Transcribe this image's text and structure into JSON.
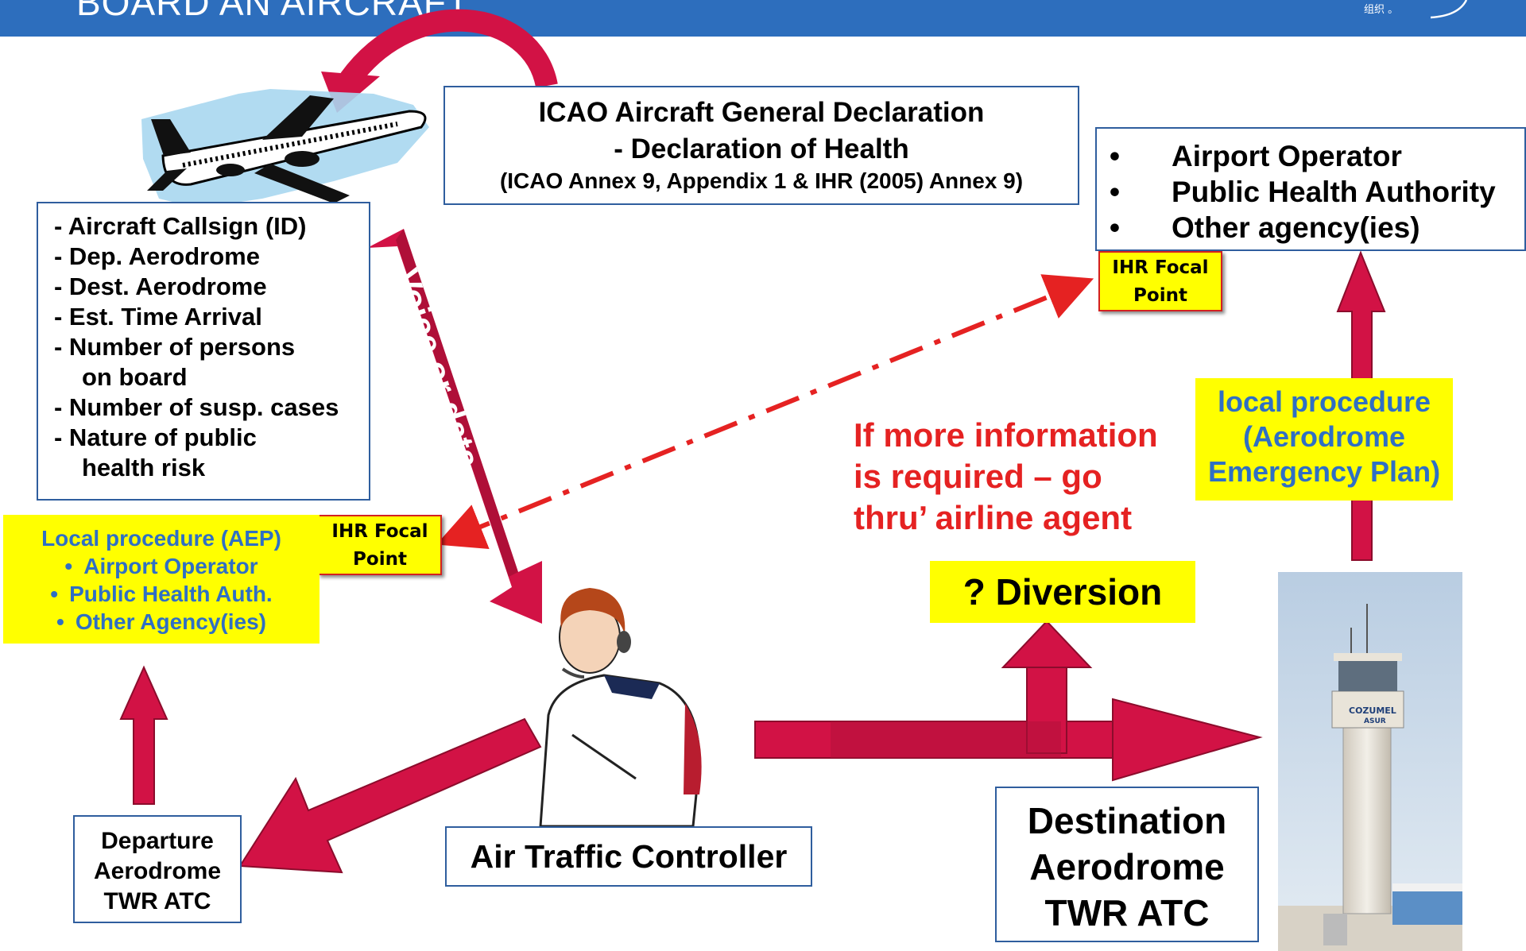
{
  "header": {
    "title": "BOARD AN AIRCRAFT",
    "logo_text": "组织 。"
  },
  "icao_declaration": {
    "line1": "ICAO Aircraft General Declaration",
    "line2": "- Declaration of Health",
    "line3": "(ICAO Annex 9, Appendix 1 & IHR (2005) Annex 9)"
  },
  "flight_info": {
    "items": [
      "- Aircraft Callsign (ID)",
      "- Dep. Aerodrome",
      "- Dest. Aerodrome",
      "- Est. Time Arrival",
      "- Number of persons",
      "on board",
      "- Number of susp. cases",
      "- Nature of public",
      "health risk"
    ]
  },
  "voice_label": "Voice or data",
  "agencies_box": {
    "items": [
      "Airport Operator",
      "Public Health Authority",
      "Other agency(ies)"
    ]
  },
  "ihr_focal_right": "IHR Focal Point",
  "ihr_focal_left": "IHR Focal Point",
  "local_procedure_right": {
    "line1": "local procedure",
    "line2": "(Aerodrome",
    "line3": "Emergency Plan)"
  },
  "local_procedure_left": {
    "title": "Local procedure (AEP)",
    "items": [
      "Airport Operator",
      "Public Health Auth.",
      "Other Agency(ies)"
    ]
  },
  "more_info": {
    "line1": "If more information",
    "line2": "is required – go",
    "line3": "thru’ airline agent"
  },
  "diversion": "? Diversion",
  "controller_label": "Air Traffic Controller",
  "departure_box": {
    "line1": "Departure",
    "line2": "Aerodrome",
    "line3": "TWR ATC"
  },
  "destination_box": {
    "line1": "Destination",
    "line2": "Aerodrome",
    "line3": "TWR ATC"
  },
  "tower_sign": {
    "line1": "COZUMEL",
    "line2": "ASUR"
  },
  "colors": {
    "header": "#2d6ebd",
    "arrow": "#d21245",
    "arrow_dark": "#8c0c2c",
    "highlight": "#ffff00",
    "alert_text": "#e52222",
    "proc_text": "#2f6fc4",
    "box_border": "#2f5e9e"
  }
}
